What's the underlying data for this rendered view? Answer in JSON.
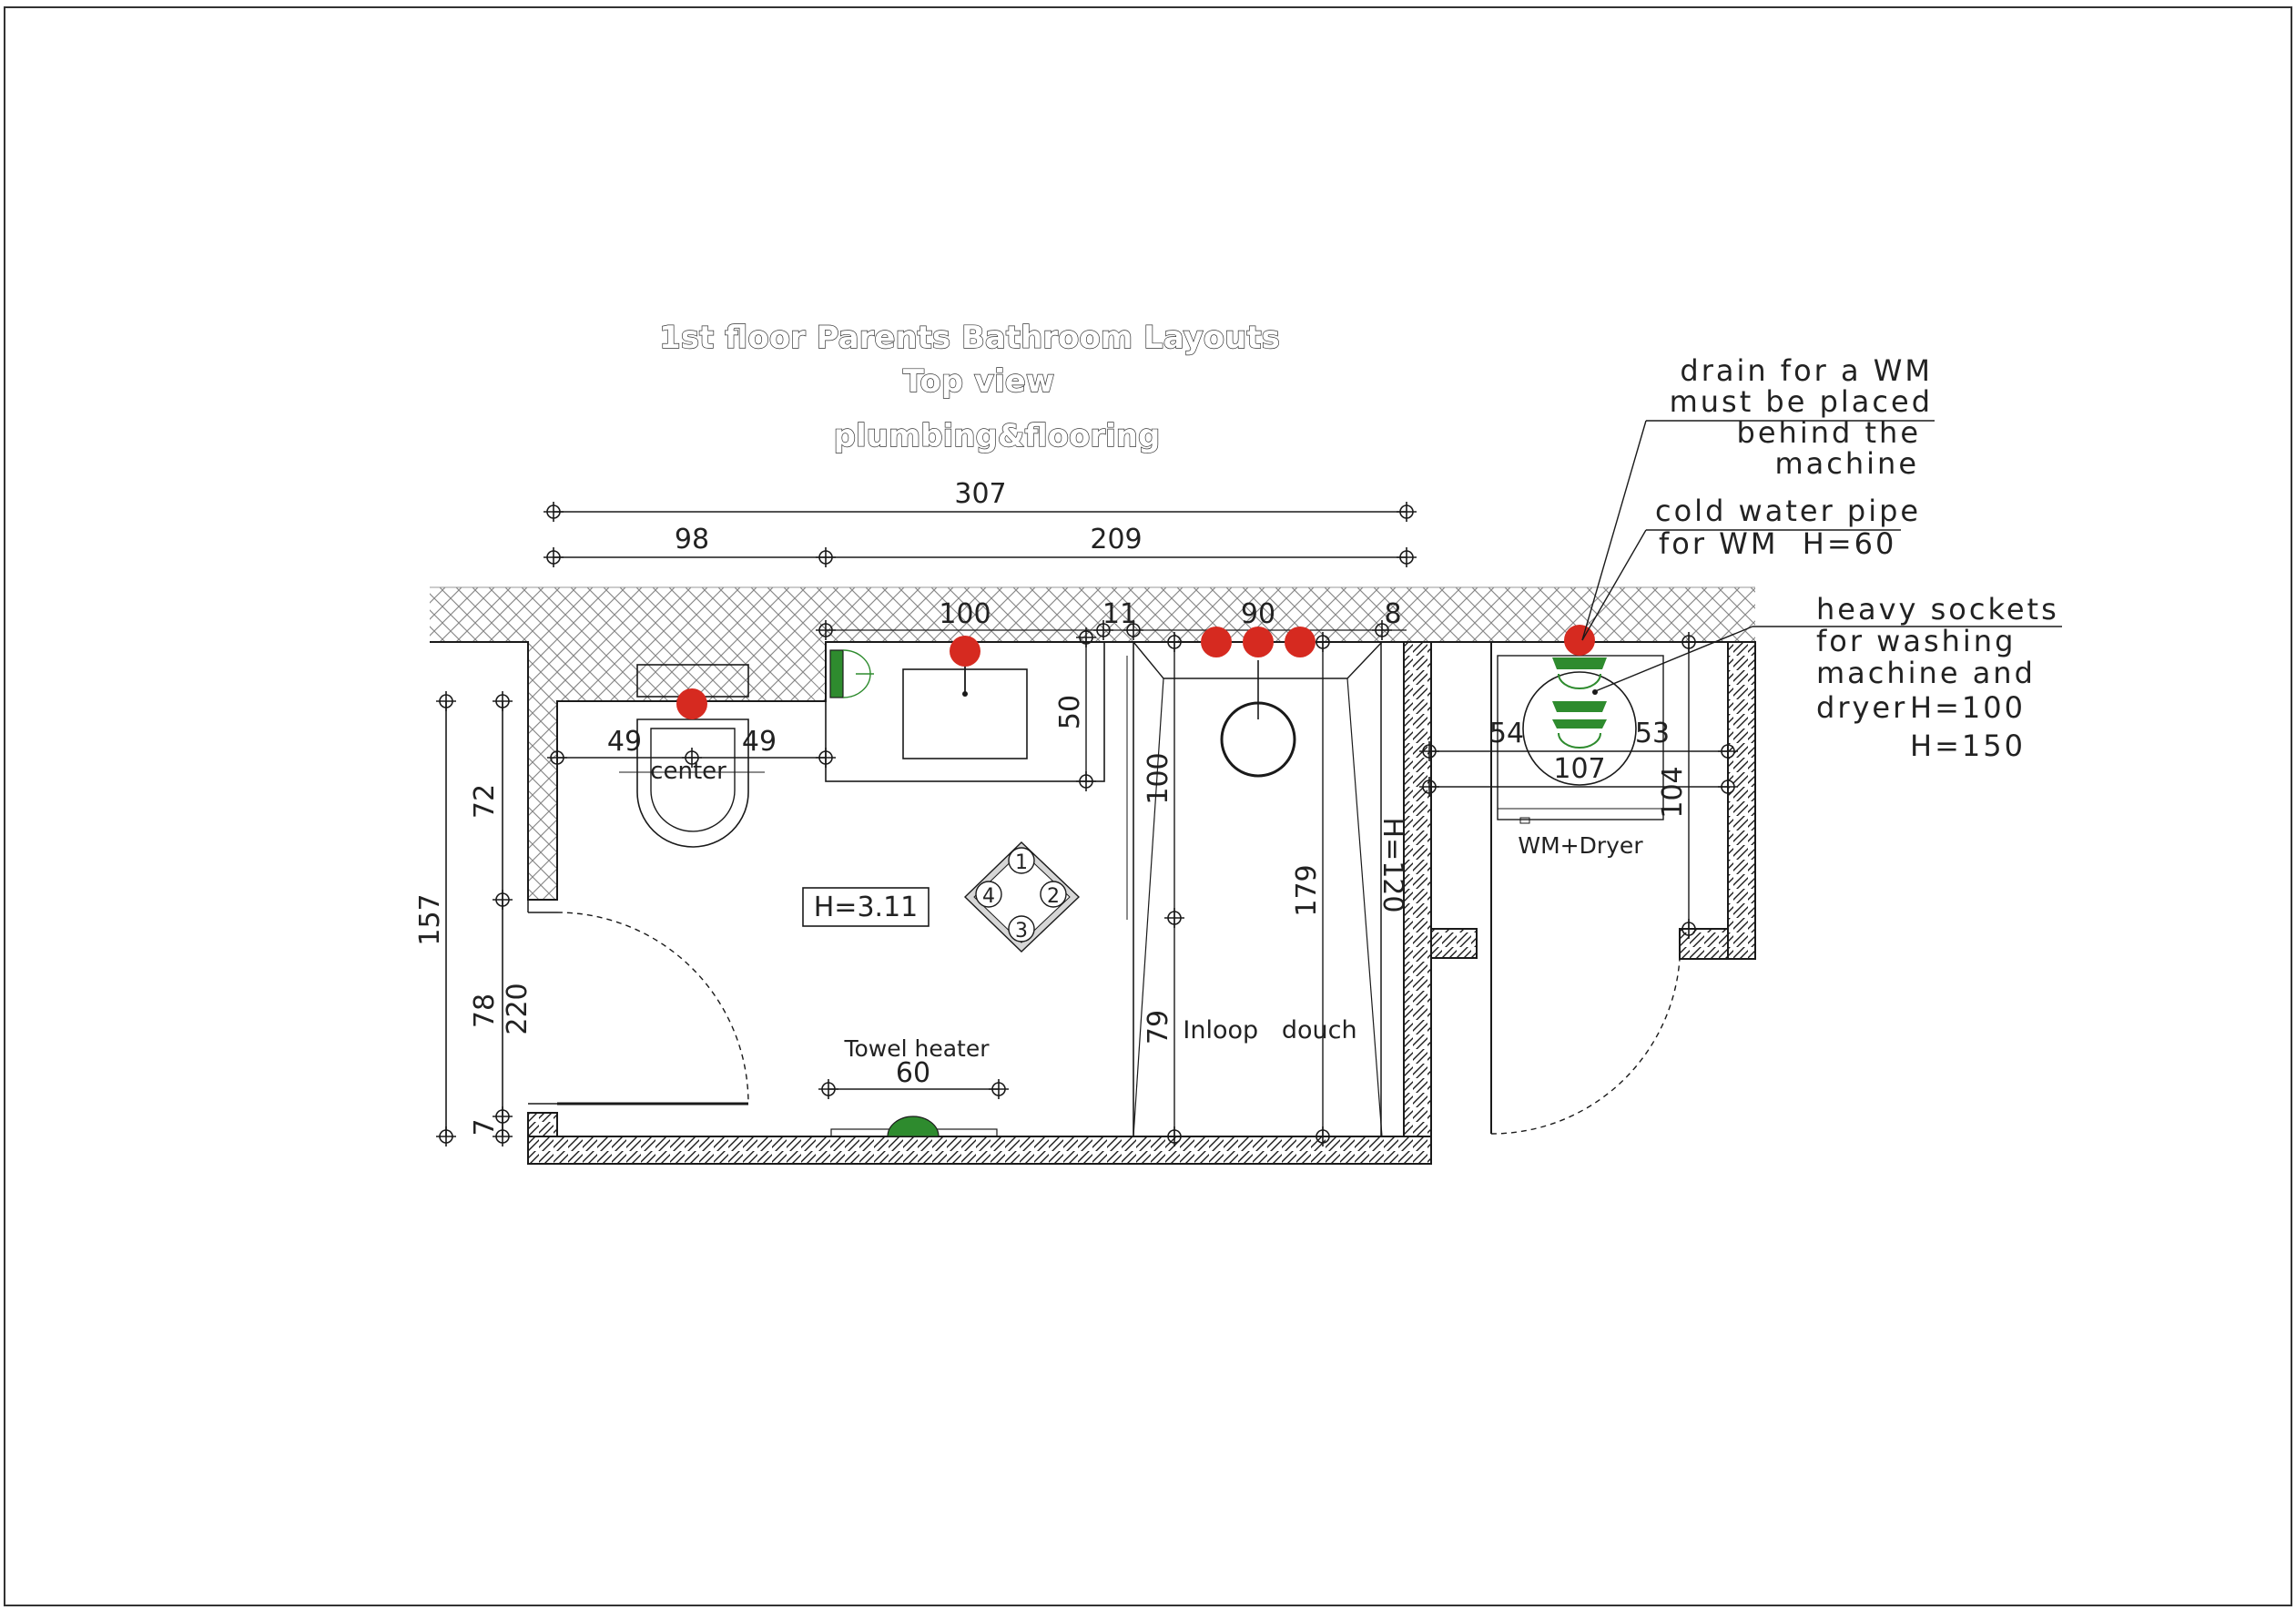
{
  "title": {
    "line1": "1st floor Parents Bathroom Layouts",
    "line2": "Top view",
    "line3": "plumbing&flooring"
  },
  "dimensions": {
    "total_width": "307",
    "left_width": "98",
    "right_width": "209",
    "sink_width": "100",
    "gap_11": "11",
    "shower_width": "90",
    "gap_8": "8",
    "sink_depth": "50",
    "toilet_left": "49",
    "toilet_right": "49",
    "total_depth": "157",
    "wall_72": "72",
    "door_78": "78",
    "door_220": "220",
    "bottom_7": "7",
    "shower_100": "100",
    "shower_79": "79",
    "shower_179": "179",
    "shower_h": "H=120",
    "towel_heater_width": "60",
    "wm_left": "54",
    "wm_right": "53",
    "wm_width": "107",
    "wm_depth": "104"
  },
  "labels": {
    "center": "center",
    "ceiling_height": "H=3.11",
    "towel_heater": "Towel heater",
    "shower": "Inloop   douch",
    "wm_dryer": "WM+Dryer",
    "floor_tiles": [
      "1",
      "2",
      "3",
      "4"
    ]
  },
  "notes": {
    "drain": [
      "drain for a WM",
      "must be placed",
      "behind the",
      "machine"
    ],
    "cold_water": [
      "cold water pipe",
      "for WM  H=60"
    ],
    "sockets": [
      "heavy sockets",
      "for washing",
      "machine and",
      "dryer",
      "H=100",
      "H=150"
    ]
  },
  "colors": {
    "plumbing_point": "#d62a20",
    "socket": "#2e8b2e",
    "line": "#1a1a1a"
  }
}
